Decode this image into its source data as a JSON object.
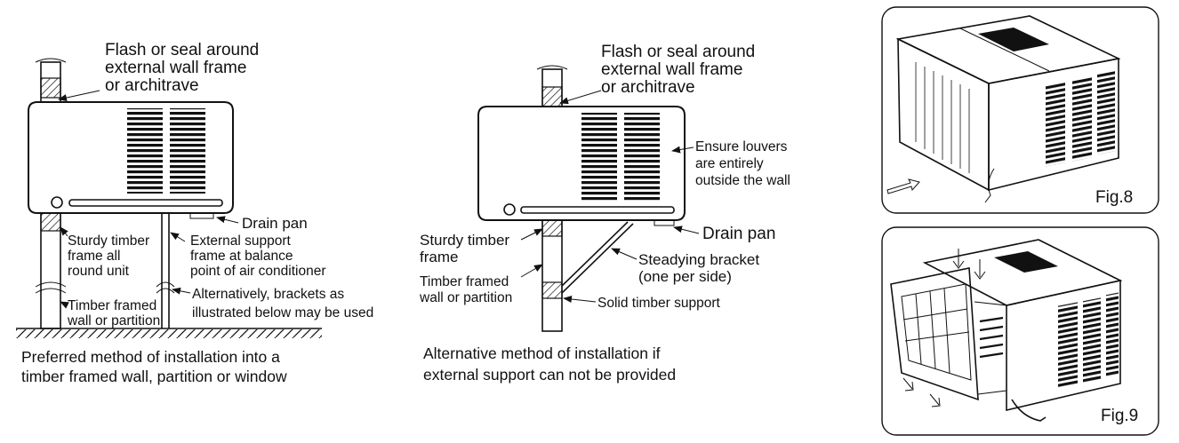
{
  "left": {
    "flash_line1": "Flash or seal around",
    "flash_line2": "external wall frame",
    "flash_line3": "or architrave",
    "drain_pan": "Drain pan",
    "sturdy_line1": "Sturdy timber",
    "sturdy_line2": "frame all",
    "sturdy_line3": "round unit",
    "external_line1": "External support",
    "external_line2": "frame at balance",
    "external_line3": "point of air conditioner",
    "alt_line1": "Alternatively, brackets as",
    "alt_line2": "illustrated below may be used",
    "timber_line1": "Timber framed",
    "timber_line2": "wall or partition",
    "caption_line1": "Preferred method of installation into a",
    "caption_line2": "timber framed wall, partition or window"
  },
  "middle": {
    "flash_line1": "Flash or seal around",
    "flash_line2": "external wall frame",
    "flash_line3": "or architrave",
    "louvers_line1": "Ensure louvers",
    "louvers_line2": "are entirely",
    "louvers_line3": "outside the wall",
    "drain_pan": "Drain pan",
    "sturdy_line1": "Sturdy timber",
    "sturdy_line2": "frame",
    "bracket_line1": "Steadying bracket",
    "bracket_line2": "(one per side)",
    "timber_line1": "Timber framed",
    "timber_line2": "wall or partition",
    "solid_support": "Solid timber support",
    "caption_line1": "Alternative method of installation if",
    "caption_line2": "external support can not be provided"
  },
  "figures": {
    "fig8": "Fig.8",
    "fig9": "Fig.9"
  }
}
